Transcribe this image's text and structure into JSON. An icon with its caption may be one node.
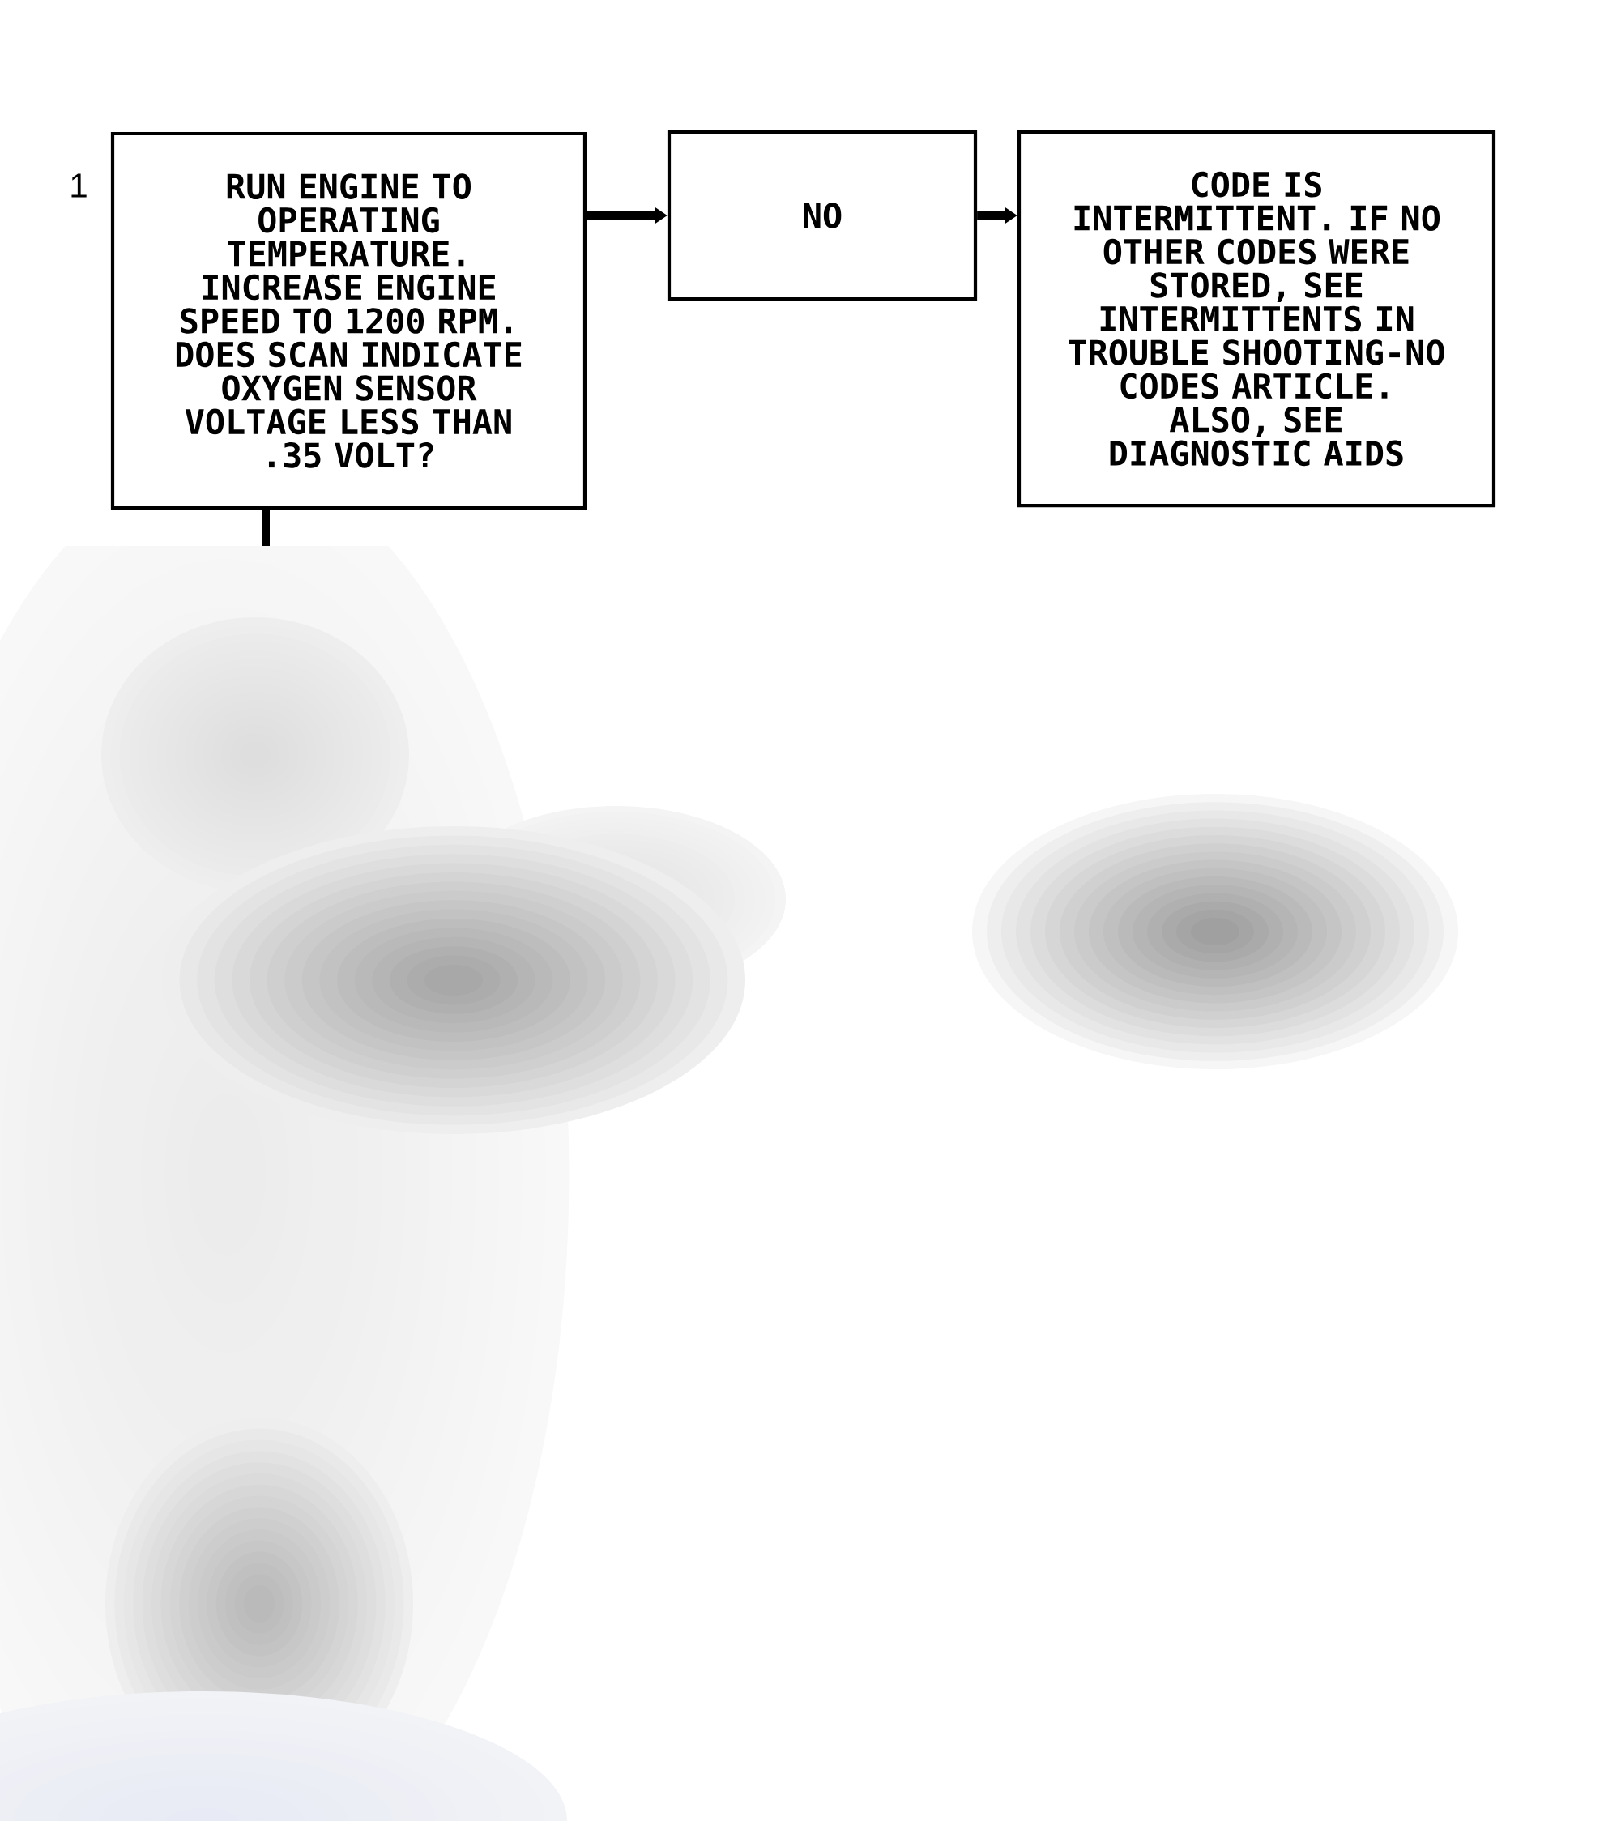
{
  "diagram": {
    "nodes": [
      {
        "text": [
          "RUN ENGINE TO OPERATING TEMPERATURE. INCREASE ENGINE SPEED TO 1200 RPM. DOES SCAN INDICATE OXYGEN SENSOR VOLTAGE LESS THAN .35 VOLT?"
        ],
        "beside": [
          "1"
        ]
      },
      {
        "text": [
          "NO"
        ]
      },
      {
        "text": [
          "CODE IS INTERMITTENT. IF NO OTHER CODES WERE STORED, SEE INTERMITTENTS IN TROUBLE SHOOTING-NO CODES ARTICLE. ALSO, SEE DIAGNOSTIC AIDS"
        ]
      }
    ],
    "edges": [
      {
        "from": 0,
        "to": 1,
        "arrow": "to"
      },
      {
        "from": 1,
        "to": 2,
        "arrow": "to"
      },
      {
        "from": 0,
        "to": null,
        "arrow": "none"
      }
    ]
  }
}
